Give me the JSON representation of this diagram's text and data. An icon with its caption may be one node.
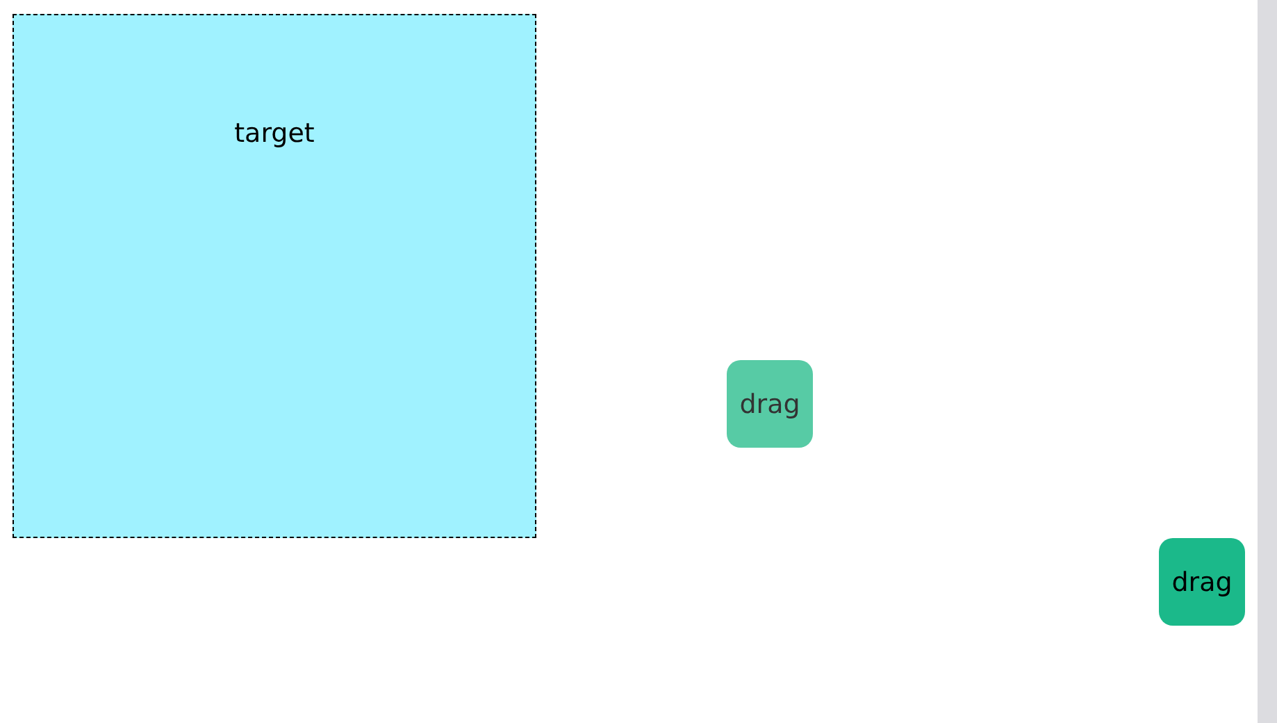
{
  "diagram": {
    "nodes": [
      {
        "text": [
          "target"
        ]
      },
      {
        "text": [
          "drag"
        ]
      },
      {
        "text": [
          "drag"
        ]
      }
    ]
  }
}
